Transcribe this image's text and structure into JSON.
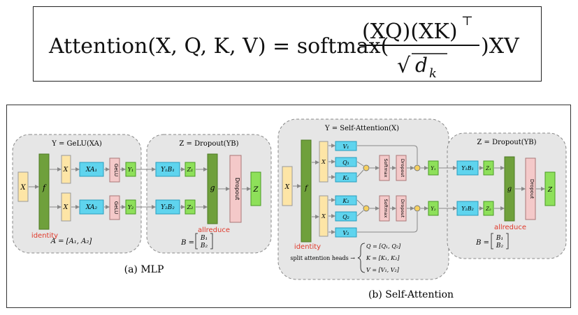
{
  "equation": {
    "lhs": "Attention(X, Q, K, V) = softmax(",
    "numerator": "(XQ)(XK)",
    "transpose": "⊤",
    "denominator_root": "√",
    "denominator_var": "d",
    "denominator_sub": "k",
    "rhs": ")XV"
  },
  "mlp": {
    "gelu_title": "Y = GeLU(XA)",
    "dropout_title": "Z = Dropout(YB)",
    "f_label": "f",
    "g_label": "g",
    "x_label": "X",
    "xa1": "XA₁",
    "xa2": "XA₂",
    "gelu": "GeLU",
    "y1": "Y₁",
    "y2": "Y₂",
    "y1b1": "Y₁B₁",
    "y2b2": "Y₂B₂",
    "z1": "Z₁",
    "z2": "Z₂",
    "dropout": "Dropout",
    "z": "Z",
    "identity": "identity",
    "allreduce": "allreduce",
    "a_eq": "A = [A₁, A₂]",
    "b_eq": "B =",
    "b1": "B₁",
    "b2": "B₂",
    "caption": "(a) MLP"
  },
  "attn": {
    "title": "Y = Self-Attention(X)",
    "dropout_title": "Z = Dropout(YB)",
    "v1": "V₁",
    "q1": "Q₁",
    "k1": "K₁",
    "k2": "K₂",
    "q2": "Q₂",
    "v2": "V₂",
    "softmax": "Softmax",
    "dropout": "Dropout",
    "split_label": "split attention heads →",
    "q_eq": "Q = [Q₁, Q₂]",
    "k_eq": "K = [K₁, K₂]",
    "v_eq": "V = [V₁, V₂]",
    "caption": "(b) Self-Attention"
  },
  "colors": {
    "f_g_bar": "#6fa03c",
    "x_box": "#fde5a6",
    "cyan_box": "#5fd4ee",
    "pink_box": "#f4c9c9",
    "green_box": "#8ee05a",
    "red_text": "#e0392b",
    "panel": "#e6e6e6"
  }
}
